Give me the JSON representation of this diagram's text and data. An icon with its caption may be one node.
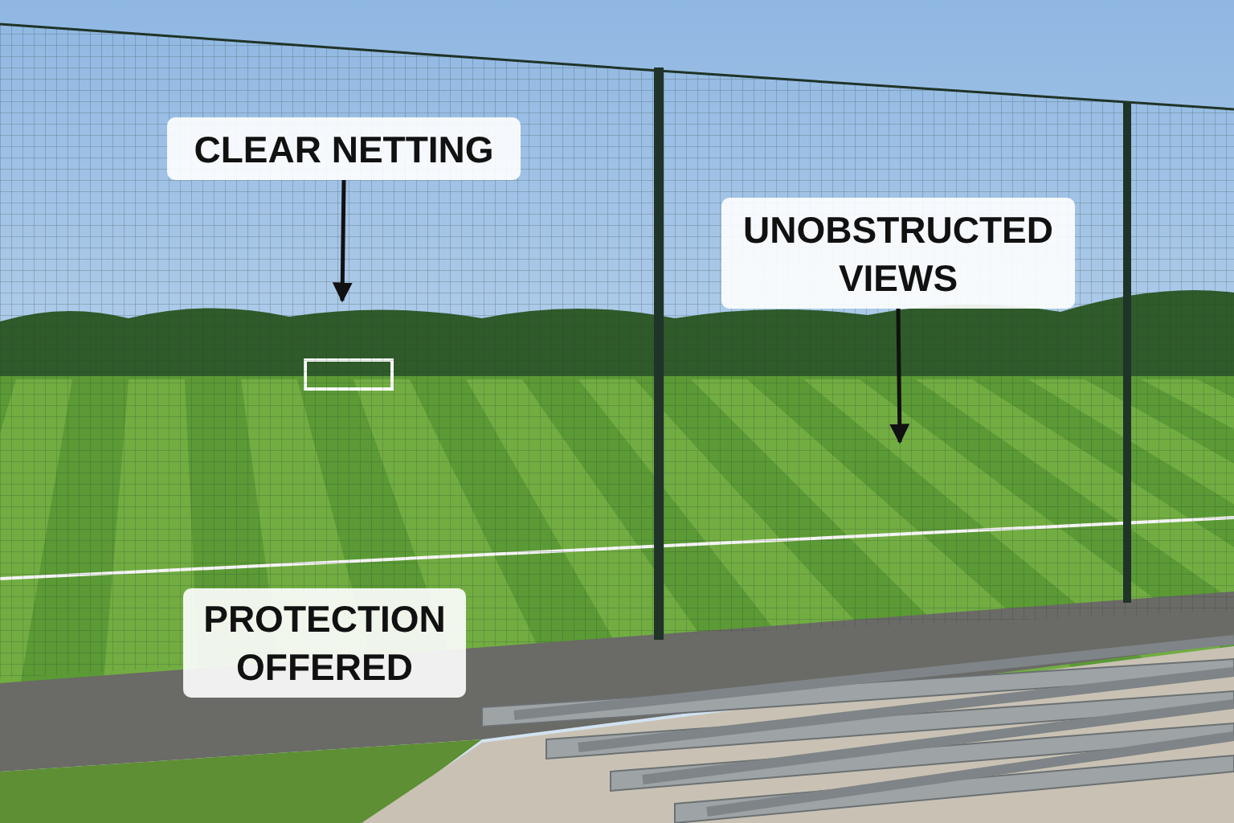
{
  "diagram": {
    "nodes": [
      {
        "text": [
          "CLEAR NETTING"
        ]
      },
      {
        "text": [
          "UNOBSTRUCTED VIEWS"
        ]
      },
      {
        "text": [
          "PROTECTION OFFERED"
        ]
      }
    ],
    "edges": [
      {
        "from": 0,
        "to": null,
        "arrow": "to"
      },
      {
        "from": 1,
        "to": null,
        "arrow": "to"
      }
    ]
  }
}
